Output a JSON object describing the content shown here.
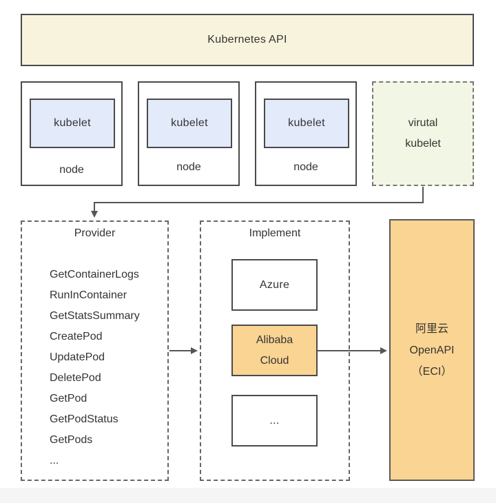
{
  "api": {
    "label": "Kubernetes API"
  },
  "nodes": [
    {
      "kubelet": "kubelet",
      "label": "node"
    },
    {
      "kubelet": "kubelet",
      "label": "node"
    },
    {
      "kubelet": "kubelet",
      "label": "node"
    }
  ],
  "virtual_kubelet": {
    "line1": "virutal",
    "line2": "kubelet"
  },
  "provider": {
    "title": "Provider",
    "methods": [
      "GetContainerLogs",
      "RunInContainer",
      "GetStatsSummary",
      "CreatePod",
      "UpdatePod",
      "DeletePod",
      "GetPod",
      "GetPodStatus",
      "GetPods",
      "..."
    ]
  },
  "implement": {
    "title": "Implement",
    "azure": "Azure",
    "alibaba_line1": "Alibaba",
    "alibaba_line2": "Cloud",
    "ellipsis": "..."
  },
  "openapi": {
    "line1": "阿里云",
    "line2": "OpenAPI",
    "line3": "（ECI）"
  },
  "colors": {
    "api_fill": "#f8f3dc",
    "kubelet_fill": "#e3eafa",
    "virtual_kubelet_fill": "#f2f6e4",
    "highlight_fill": "#fad492",
    "border": "#4a4a4a"
  }
}
